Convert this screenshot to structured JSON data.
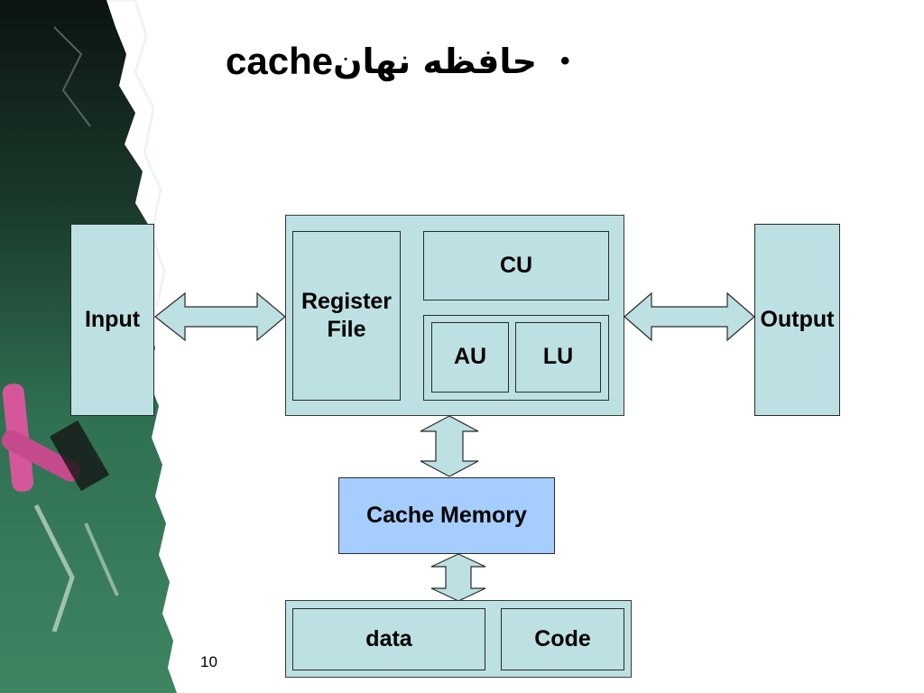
{
  "title": {
    "latin": "cache",
    "persian": "حافظه نهان",
    "bullet": "•"
  },
  "diagram": {
    "input_label": "Input",
    "output_label": "Output",
    "register_file_label": "Register File",
    "cu_label": "CU",
    "au_label": "AU",
    "lu_label": "LU",
    "cache_memory_label": "Cache Memory",
    "data_label": "data",
    "code_label": "Code"
  },
  "colors": {
    "box_fill": "#bde0e2",
    "cache_fill": "#a5cdfd",
    "border": "#2b2b2b",
    "chalkboard": "#2f6f4e"
  },
  "page_number": "10"
}
